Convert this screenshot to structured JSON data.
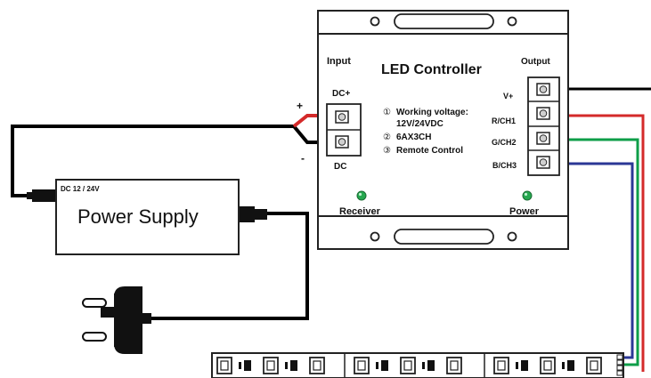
{
  "controller": {
    "title": "LED Controller",
    "input_label": "Input",
    "output_label": "Output",
    "dc_plus": "DC+",
    "dc_minus": "DC",
    "plus_sign": "+",
    "minus_sign": "-",
    "specs": [
      {
        "marker": "①",
        "lines": [
          "Working voltage:",
          "12V/24VDC"
        ]
      },
      {
        "marker": "②",
        "lines": [
          "6AX3CH"
        ]
      },
      {
        "marker": "③",
        "lines": [
          "Remote Control"
        ]
      }
    ],
    "outputs": [
      "V+",
      "R/CH1",
      "G/CH2",
      "B/CH3"
    ],
    "receiver_label": "Receiver",
    "power_label": "Power"
  },
  "power_supply": {
    "rating": "DC 12 / 24V",
    "title": "Power Supply"
  },
  "colors": {
    "v_plus": "#000000",
    "red": "#d42a2a",
    "green": "#0e9e48",
    "blue": "#2b3796",
    "led_green": "#26a84f",
    "outline": "#222222"
  }
}
